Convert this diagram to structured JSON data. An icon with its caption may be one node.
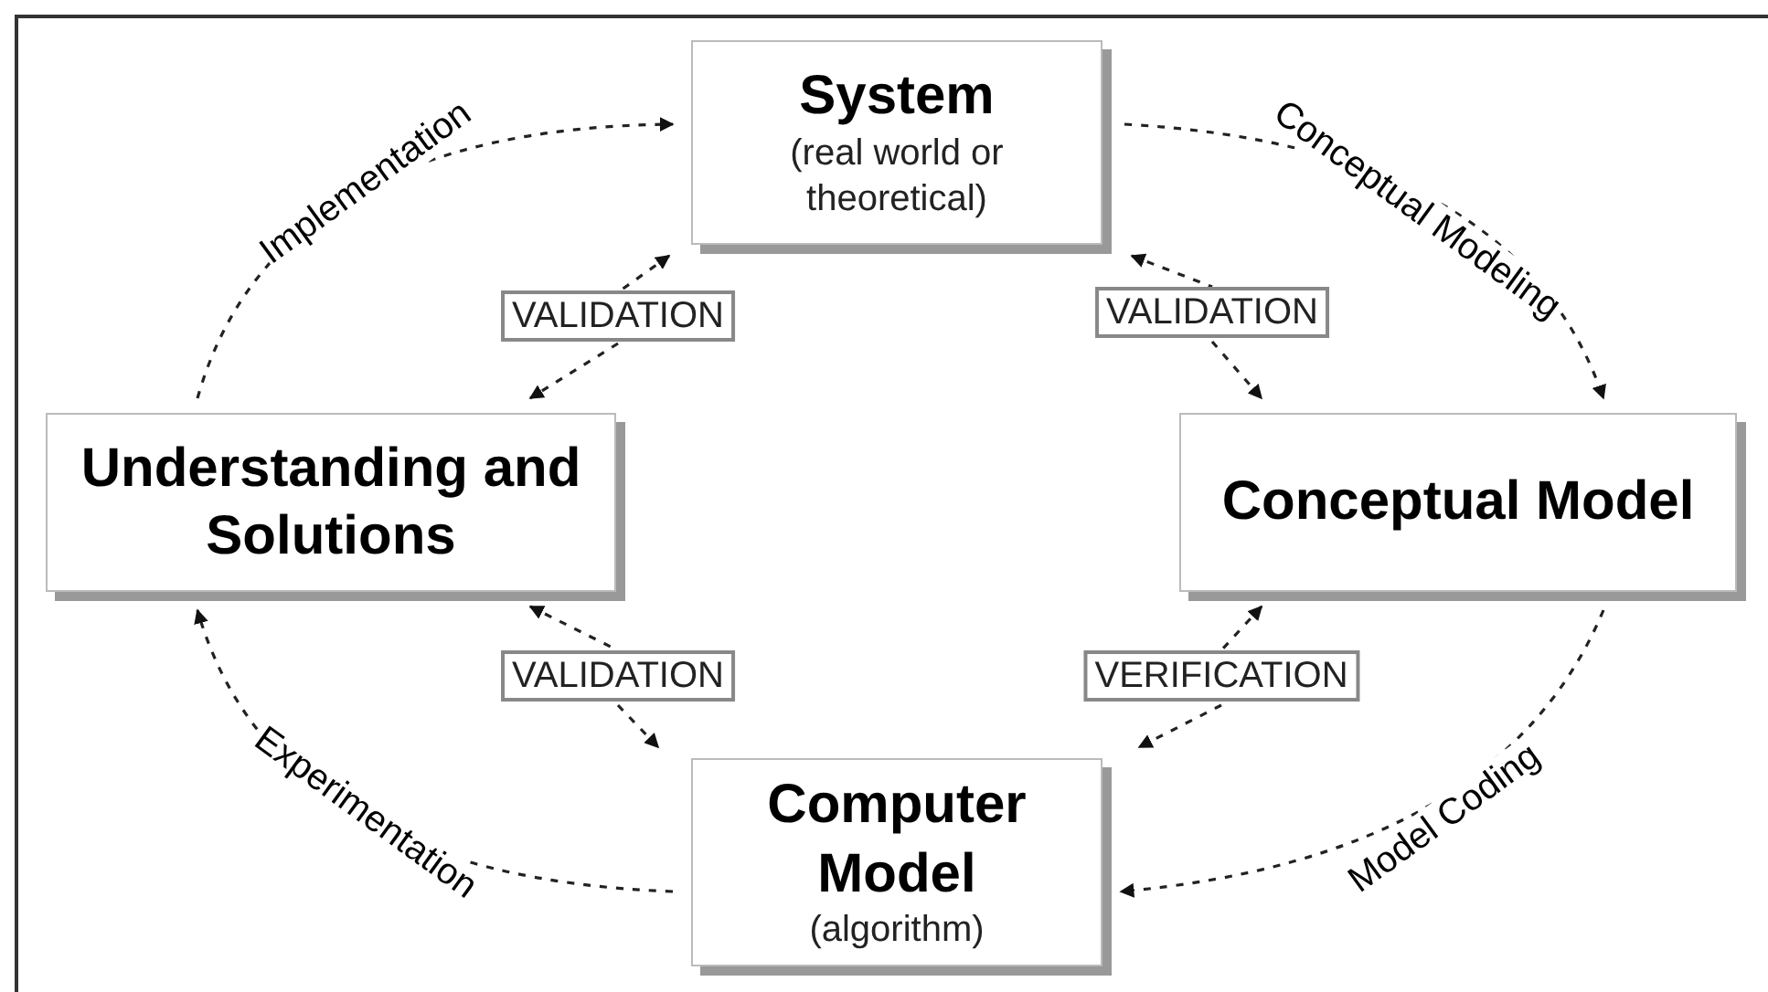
{
  "diagram": {
    "nodes": [
      {
        "text": [
          "System",
          "(real world or theoretical)"
        ]
      },
      {
        "text": [
          "Understanding and Solutions"
        ]
      },
      {
        "text": [
          "Conceptual Model"
        ]
      },
      {
        "text": [
          "Computer Model",
          "(algorithm)"
        ]
      }
    ],
    "edges": [
      {
        "from": 1,
        "to": 0,
        "arrow": "to",
        "label": "Implementation",
        "style": "dashed"
      },
      {
        "from": 0,
        "to": 2,
        "arrow": "to",
        "label": "Conceptual Modeling",
        "style": "dashed"
      },
      {
        "from": 2,
        "to": 3,
        "arrow": "to",
        "label": "Model Coding",
        "style": "dashed"
      },
      {
        "from": 3,
        "to": 1,
        "arrow": "to",
        "label": "Experimentation",
        "style": "dashed"
      },
      {
        "from": 0,
        "to": 1,
        "arrow": "both",
        "label": "VALIDATION",
        "style": "dashed"
      },
      {
        "from": 0,
        "to": 2,
        "arrow": "both",
        "label": "VALIDATION",
        "style": "dashed"
      },
      {
        "from": 1,
        "to": 3,
        "arrow": "both",
        "label": "VALIDATION",
        "style": "dashed"
      },
      {
        "from": 2,
        "to": 3,
        "arrow": "both",
        "label": "VERIFICATION",
        "style": "dashed"
      }
    ]
  }
}
